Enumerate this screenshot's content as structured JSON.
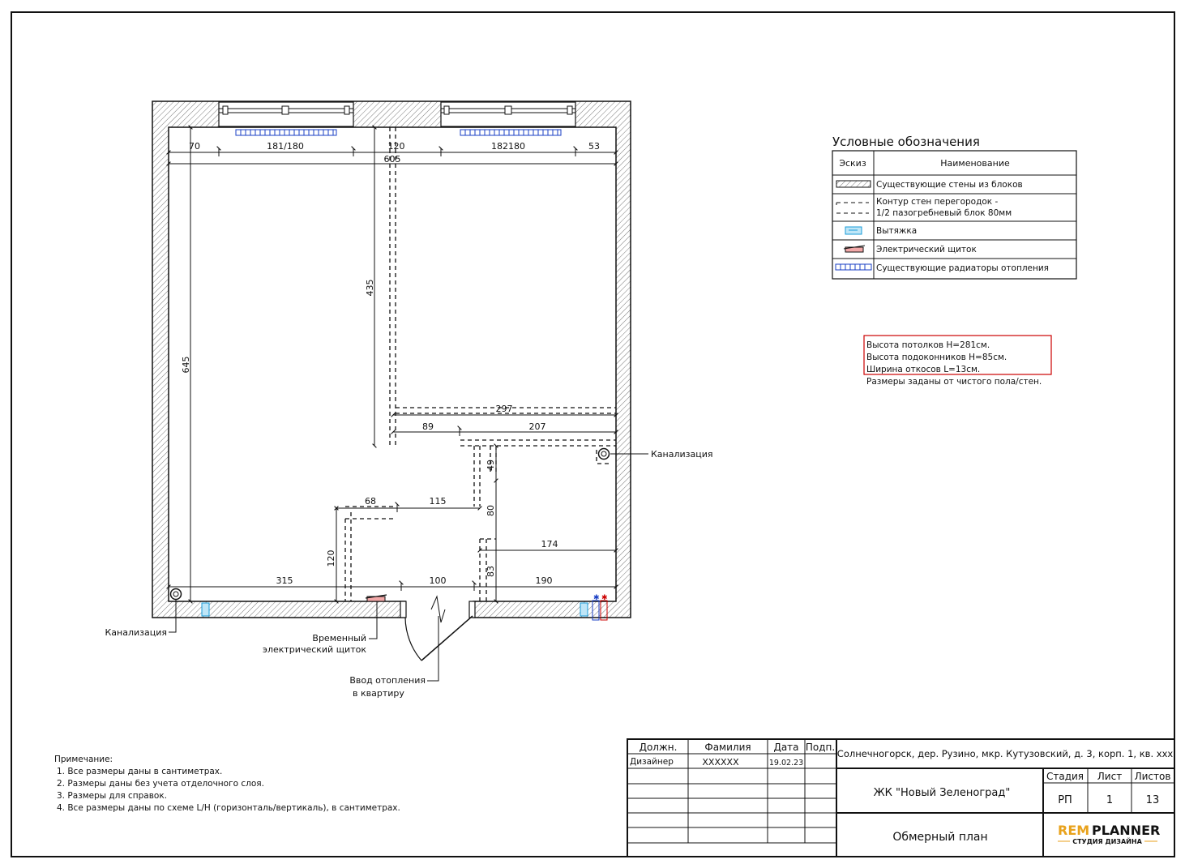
{
  "plan": {
    "dimensions": {
      "top_segments": [
        "70",
        "181/180",
        "120",
        "182180",
        "53"
      ],
      "overall_width": "605",
      "left_height": "645",
      "partition_height": "435",
      "kitchen_width": "297",
      "kitchen_left": "89",
      "kitchen_right": "207",
      "small_v": "49",
      "hall_v": "80",
      "seg_68": "68",
      "seg_115": "115",
      "seg_120_v": "120",
      "seg_174": "174",
      "seg_83": "83",
      "bottom_left": "315",
      "door_width": "100",
      "bottom_right": "190"
    },
    "labels": {
      "sewer_right": "Канализация",
      "sewer_left": "Канализация",
      "panel_line1": "Временный",
      "panel_line2": "электрический щиток",
      "heating_line1": "Ввод отопления",
      "heating_line2": "в квартиру"
    }
  },
  "legend": {
    "title": "Условные обозначения",
    "col_sketch": "Эскиз",
    "col_name": "Наименование",
    "rows": [
      {
        "icon": "hatched-wall-icon",
        "text": "Существующие стены из блоков"
      },
      {
        "icon": "dashed-partition-icon",
        "text1": "Контур стен перегородок -",
        "text2": "1/2 пазогребневый блок 80мм"
      },
      {
        "icon": "exhaust-icon",
        "text": "Вытяжка"
      },
      {
        "icon": "electrical-panel-icon",
        "text": "Электрический щиток"
      },
      {
        "icon": "radiator-icon",
        "text": "Существующие радиаторы отопления"
      }
    ]
  },
  "heights_note": {
    "line1": "Высота потолков Н=281см.",
    "line2": "Высота подоконников Н=85см.",
    "line3": "Ширина откосов   L=13см.",
    "line4": "Размеры заданы от чистого пола/стен."
  },
  "notes": {
    "title": "Примечание:",
    "items": [
      "1.  Все размеры даны в сантиметрах.",
      "2.  Размеры даны без учета отделочного слоя.",
      "3.  Размеры для справок.",
      "4.  Все размеры даны по схеме L/H (горизонталь/вертикаль), в сантиметрах."
    ]
  },
  "stamp": {
    "h_position": "Должн.",
    "h_surname": "Фамилия",
    "h_date": "Дата",
    "h_sign": "Подп.",
    "position": "Дизайнер",
    "surname": "XXXXXX",
    "date": "19.02.23",
    "address": "Солнечногорск, дер. Рузино, мкр. Кутузовский, д. 3, корп. 1, кв. ххх",
    "complex": "ЖК \"Новый Зеленоград\"",
    "h_stage": "Стадия",
    "h_sheet": "Лист",
    "h_sheets": "Листов",
    "stage": "РП",
    "sheet": "1",
    "sheets": "13",
    "doc_title": "Обмерный план",
    "logo_rem": "REM",
    "logo_planner": "PLANNER",
    "logo_sub": "СТУДИЯ ДИЗАЙНА",
    "accent": "#e8a21c"
  }
}
